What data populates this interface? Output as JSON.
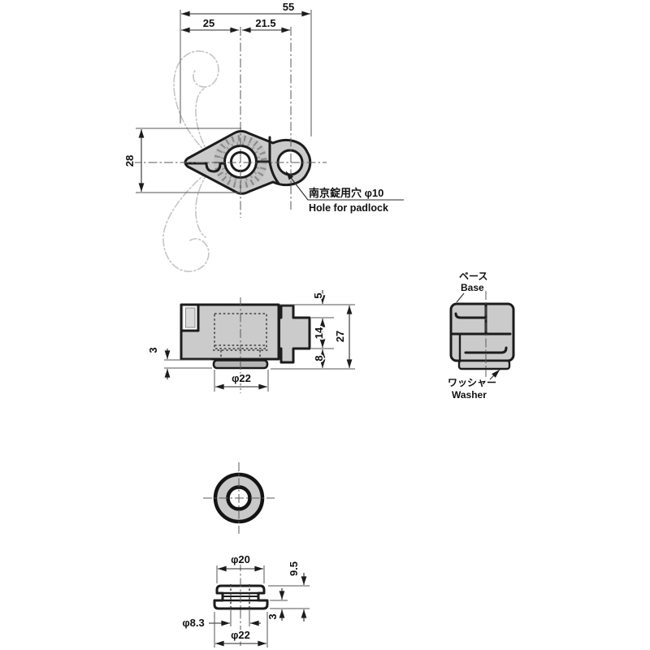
{
  "views": {
    "top": {
      "dims": {
        "overall_width": "55",
        "left_width": "25",
        "right_width": "21.5",
        "height": "28"
      },
      "note": {
        "jp": "南京錠用穴 φ10",
        "en": "Hole for padlock"
      }
    },
    "side": {
      "dims": {
        "washer_thickness": "3",
        "top_step": "5",
        "tongue": "14",
        "lower": "8",
        "overall_height": "27",
        "washer_dia": "φ22"
      }
    },
    "end": {
      "labels": {
        "base_jp": "ベース",
        "base_en": "Base",
        "washer_jp": "ワッシャー",
        "washer_en": "Washer"
      }
    },
    "washer": {
      "dims": {
        "top_dia": "φ20",
        "overall_height": "9.5",
        "hole_dia": "φ8.3",
        "flange_thickness": "3",
        "outer_dia": "φ22"
      }
    }
  },
  "colors": {
    "line": "#1c1c1c",
    "part_fill": "#cbcbcb",
    "knurl": "#8b8b8b",
    "phantom": "#c5c5c5",
    "background": "#ffffff"
  }
}
